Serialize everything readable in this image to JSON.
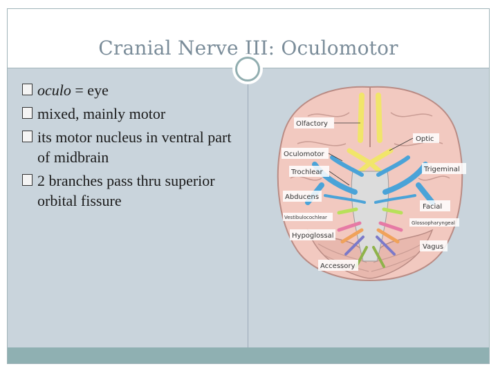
{
  "slide": {
    "title": "Cranial Nerve III: Oculomotor",
    "bullets": [
      {
        "emphasis": "oculo",
        "text": " = eye"
      },
      {
        "emphasis": "",
        "text": "mixed, mainly motor"
      },
      {
        "emphasis": "",
        "text": "its motor nucleus in ventral part of midbrain"
      },
      {
        "emphasis": "",
        "text": "2 branches pass thru superior orbital fissure"
      }
    ]
  },
  "diagram": {
    "labels": {
      "olfactory": "Olfactory",
      "optic": "Optic",
      "oculomotor": "Oculomotor",
      "trochlear": "Trochlear",
      "trigeminal": "Trigeminal",
      "abducens": "Abducens",
      "facial": "Facial",
      "vestibulocochlear": "Vestibulocochlear",
      "glossopharyngeal": "Glossopharyngeal",
      "hypoglossal": "Hypoglossal",
      "vagus": "Vagus",
      "accessory": "Accessory"
    },
    "colors": {
      "brain": "#f2c9c0",
      "brain_outline": "#b98b84",
      "stem": "#dcdcdc",
      "olfactory": "#f1e56a",
      "optic": "#f1e56a",
      "oculomotor": "#4aa3d8",
      "trigeminal": "#4aa3d8",
      "facial": "#4aa3d8",
      "accent_green": "#b8e05a",
      "accent_pink": "#e67aa5",
      "accent_orange": "#f0a25a"
    }
  }
}
